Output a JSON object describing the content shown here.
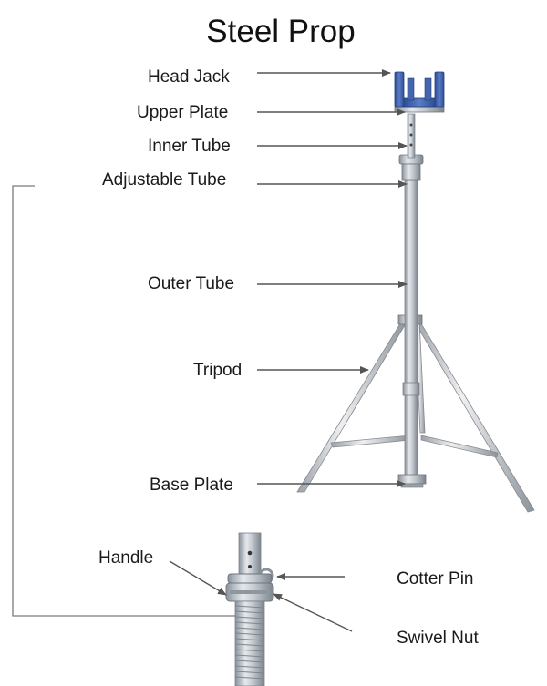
{
  "title": "Steel Prop",
  "labels": {
    "head_jack": "Head Jack",
    "upper_plate": "Upper Plate",
    "inner_tube": "Inner Tube",
    "adjustable_tube": "Adjustable Tube",
    "outer_tube": "Outer Tube",
    "tripod": "Tripod",
    "base_plate": "Base Plate",
    "handle": "Handle",
    "cotter_pin": "Cotter Pin",
    "swivel_nut": "Swivel Nut"
  },
  "colors": {
    "head_jack": "#3b5ea8",
    "steel_light": "#d9dde2",
    "steel_mid": "#aab1b9",
    "steel_dark": "#7d8690"
  }
}
